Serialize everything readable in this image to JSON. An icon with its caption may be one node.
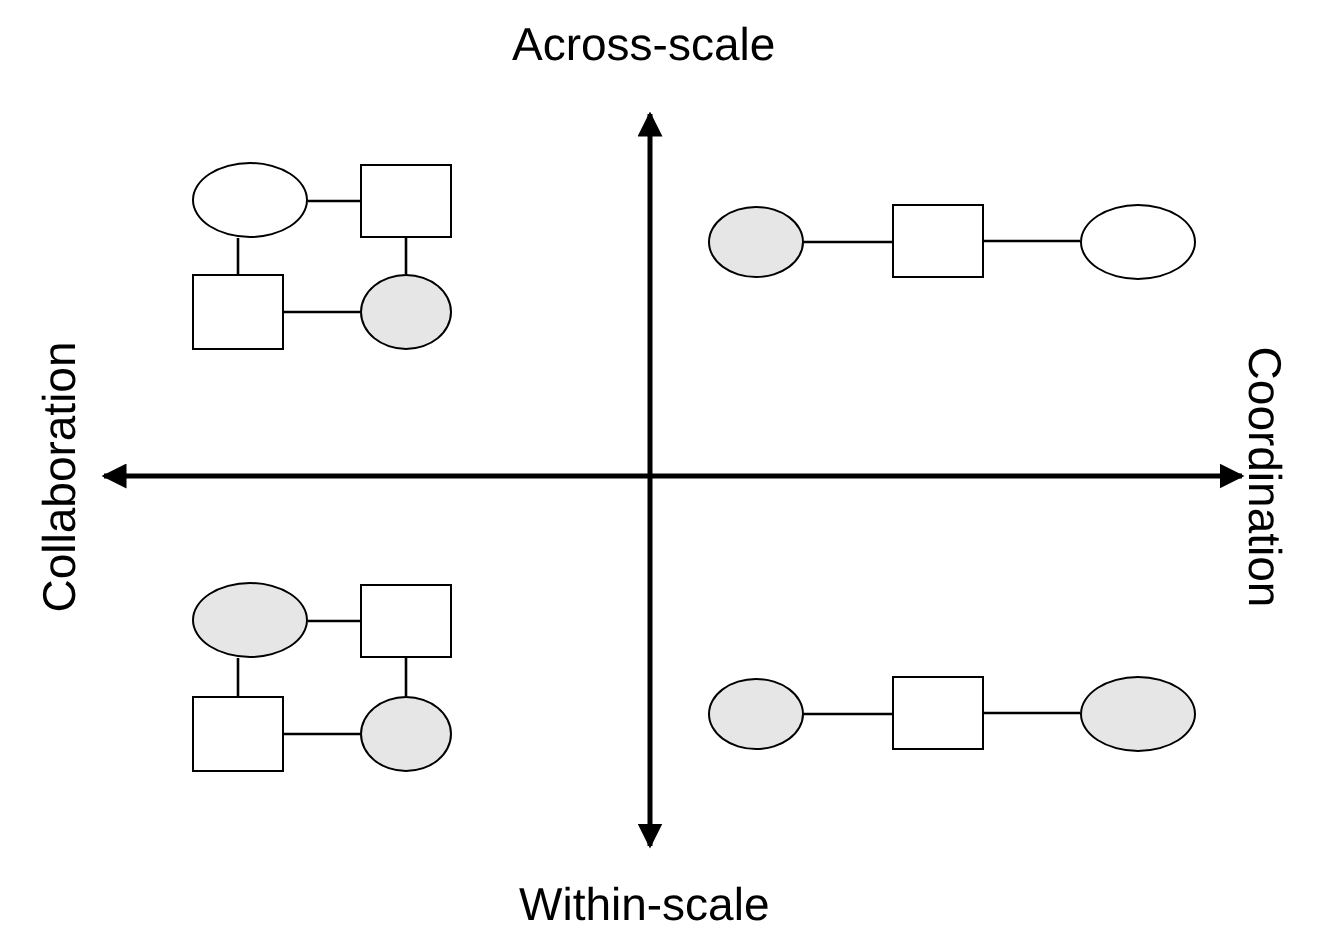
{
  "diagram": {
    "nodes": [
      {
        "text": [],
        "shape": "ellipse"
      },
      {
        "text": [],
        "shape": "box"
      },
      {
        "text": [],
        "shape": "box"
      },
      {
        "text": [],
        "shape": "ellipse"
      },
      {
        "text": [],
        "shape": "ellipse"
      },
      {
        "text": [],
        "shape": "box"
      },
      {
        "text": [],
        "shape": "ellipse"
      },
      {
        "text": [],
        "shape": "ellipse"
      },
      {
        "text": [],
        "shape": "box"
      },
      {
        "text": [],
        "shape": "box"
      },
      {
        "text": [],
        "shape": "ellipse"
      },
      {
        "text": [],
        "shape": "ellipse"
      },
      {
        "text": [],
        "shape": "box"
      },
      {
        "text": [],
        "shape": "ellipse"
      }
    ],
    "edges": [
      {
        "from": 0,
        "to": 1,
        "arrow": "none"
      },
      {
        "from": 0,
        "to": 2,
        "arrow": "none"
      },
      {
        "from": 1,
        "to": 3,
        "arrow": "none"
      },
      {
        "from": 2,
        "to": 3,
        "arrow": "none"
      },
      {
        "from": 4,
        "to": 5,
        "arrow": "none"
      },
      {
        "from": 5,
        "to": 6,
        "arrow": "none"
      },
      {
        "from": 7,
        "to": 8,
        "arrow": "none"
      },
      {
        "from": 7,
        "to": 9,
        "arrow": "none"
      },
      {
        "from": 8,
        "to": 10,
        "arrow": "none"
      },
      {
        "from": 9,
        "to": 10,
        "arrow": "none"
      },
      {
        "from": 11,
        "to": 12,
        "arrow": "none"
      },
      {
        "from": 12,
        "to": 13,
        "arrow": "none"
      }
    ],
    "labels": [
      "Across-scale",
      "Collaboration",
      "Coordination",
      "Within-scale"
    ]
  }
}
